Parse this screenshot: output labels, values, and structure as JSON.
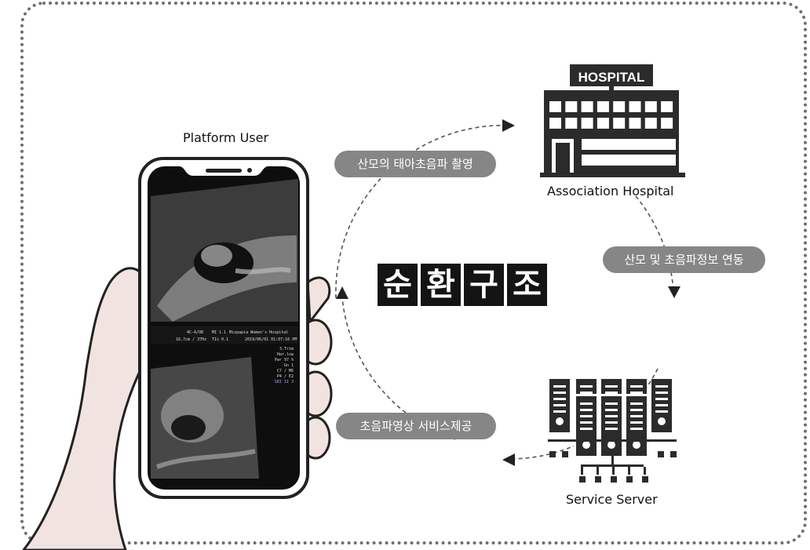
{
  "title": [
    "순",
    "환",
    "구",
    "조"
  ],
  "nodes": {
    "platform_user": "Platform User",
    "hospital": "Association Hospital",
    "hospital_sign": "HOSPITAL",
    "server": "Service Server"
  },
  "flows": {
    "capture": "산모의 태아초음파 촬영",
    "link": "산모 및 초음파정보 연동",
    "service": "초음파영상 서비스제공"
  },
  "phone_screen": {
    "status_left": "4C-A/OB",
    "status_mid": "MI 1.1",
    "status_hospital": "Mizpapia Women's Hospital",
    "depth": "16.7cm / 37Hz",
    "tis": "TIs 0.1",
    "datetime": "2019/06/01  01:07:16 PM",
    "params": [
      "3.Trim",
      "Har.low",
      "Pwr  97 %",
      "Gn    1",
      "C7 / M6",
      "P4 / E2",
      "SRI II 3"
    ]
  },
  "colors": {
    "pill": "#868686",
    "title_bg": "#141414",
    "border": "#6e6e6e",
    "icon": "#2b2b2b"
  }
}
